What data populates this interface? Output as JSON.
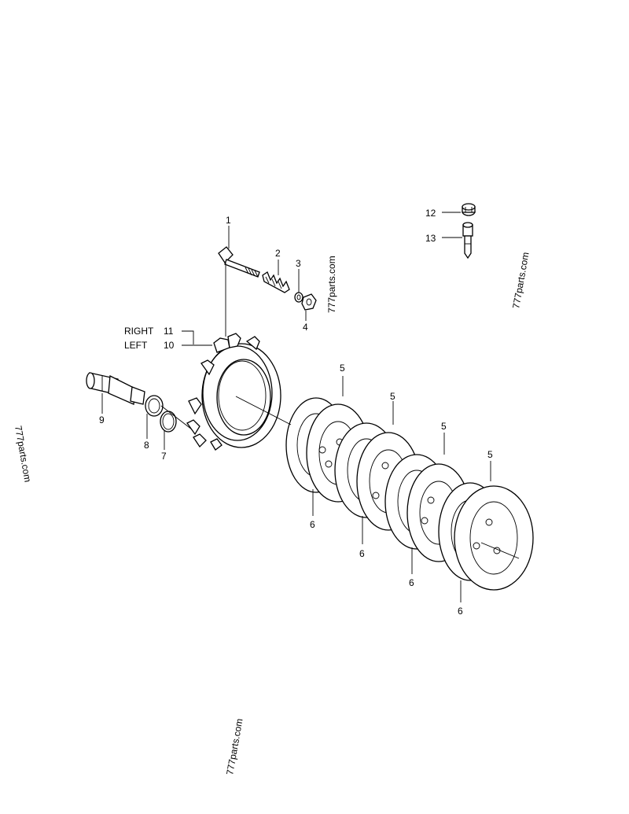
{
  "diagram": {
    "callouts": {
      "c1": "1",
      "c2": "2",
      "c3": "3",
      "c4": "4",
      "c5a": "5",
      "c5b": "5",
      "c5c": "5",
      "c5d": "5",
      "c6a": "6",
      "c6b": "6",
      "c6c": "6",
      "c6d": "6",
      "c7": "7",
      "c8": "8",
      "c9": "9",
      "c10": "10",
      "c11": "11",
      "c12": "12",
      "c13": "13"
    },
    "side_labels": {
      "right": "RIGHT",
      "left": "LEFT"
    },
    "watermarks": {
      "w1": "777parts.com",
      "w2": "777parts.com",
      "w3": "777parts.com",
      "w4": "777parts.com"
    }
  }
}
